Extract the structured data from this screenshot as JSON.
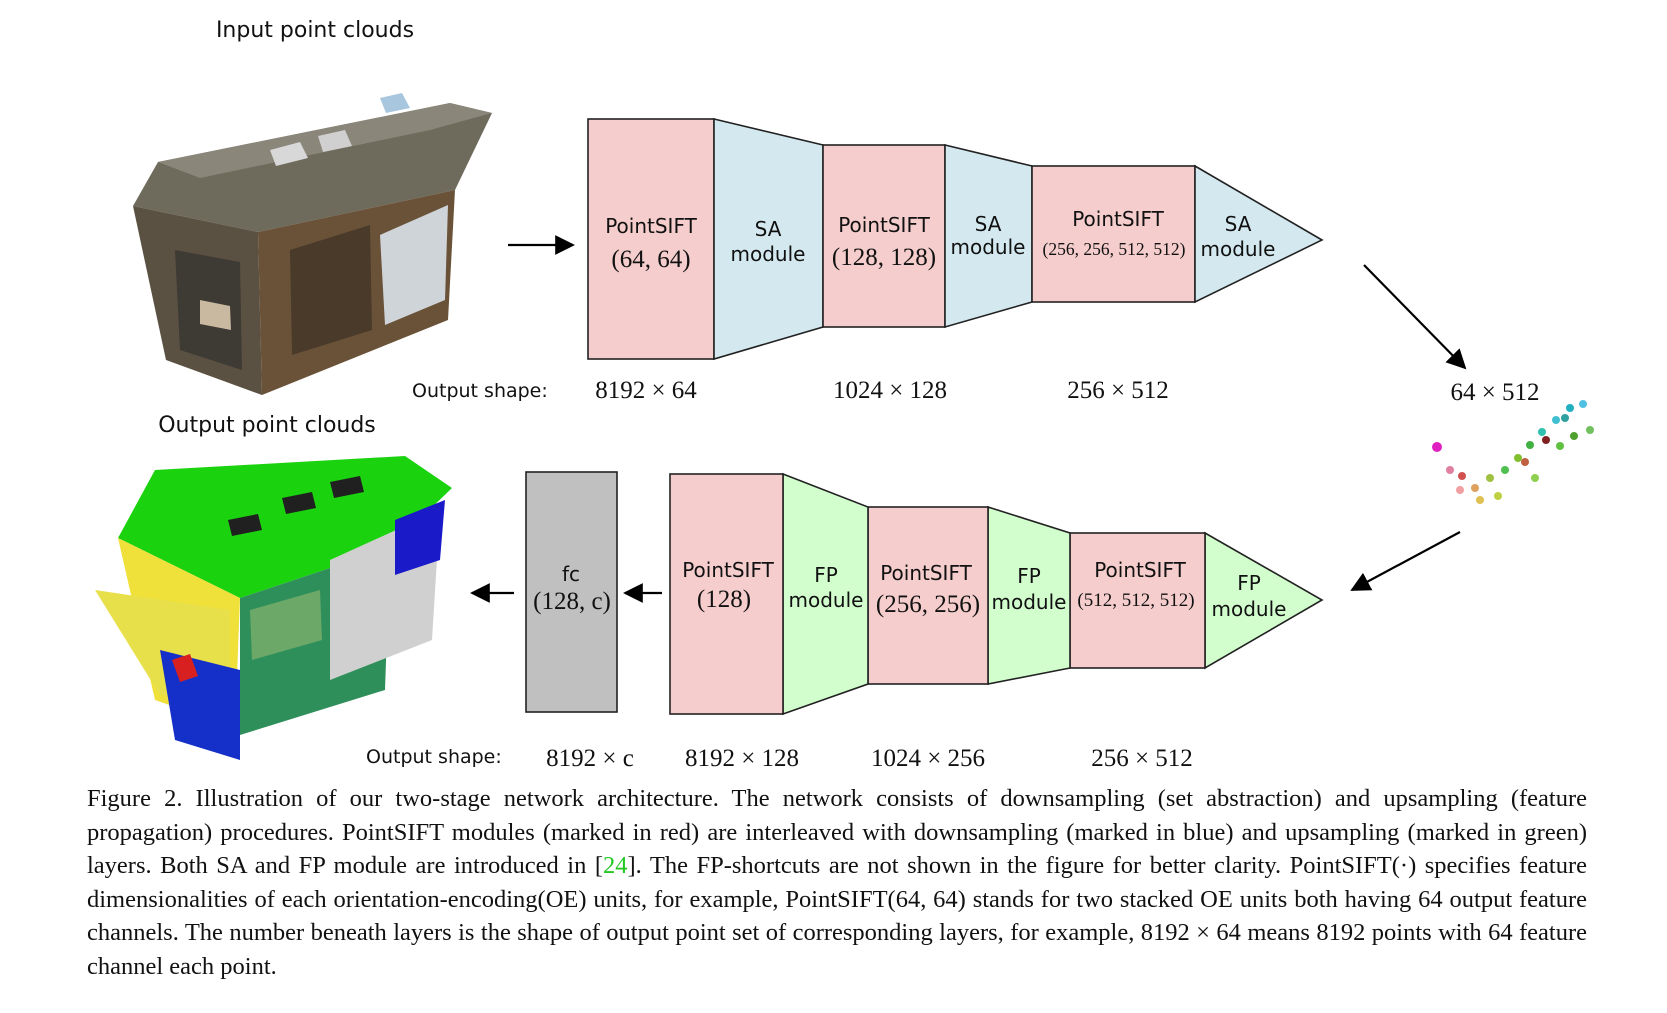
{
  "top_title": "Input point clouds",
  "bottom_title": "Output point clouds",
  "output_shape_label": "Output shape:",
  "encoder": {
    "ps1": {
      "name": "PointSIFT",
      "dims": "(64, 64)"
    },
    "sa1": {
      "line1": "SA",
      "line2": "module"
    },
    "ps2": {
      "name": "PointSIFT",
      "dims": "(128, 128)"
    },
    "sa2": {
      "line1": "SA",
      "line2": "module"
    },
    "ps3": {
      "name": "PointSIFT",
      "dims": "(256, 256, 512, 512)"
    },
    "sa3": {
      "line1": "SA",
      "line2": "module"
    },
    "shapes": [
      "8192 × 64",
      "1024 × 128",
      "256 × 512"
    ],
    "bottleneck": "64 × 512"
  },
  "decoder": {
    "fc": {
      "name": "fc",
      "dims": "(128, c)"
    },
    "ps1": {
      "name": "PointSIFT",
      "dims": "(128)"
    },
    "fp1": {
      "line1": "FP",
      "line2": "module"
    },
    "ps2": {
      "name": "PointSIFT",
      "dims": "(256, 256)"
    },
    "fp2": {
      "line1": "FP",
      "line2": "module"
    },
    "ps3": {
      "name": "PointSIFT",
      "dims": "(512, 512, 512)"
    },
    "fp3": {
      "line1": "FP",
      "line2": "module"
    },
    "shapes": [
      "8192 × c",
      "8192 × 128",
      "1024 × 256",
      "256 × 512"
    ]
  },
  "colors": {
    "pointsift": "#f4cdcc",
    "sa": "#d3e8ef",
    "fp": "#d2fdcd",
    "fc": "#c0c0c0",
    "citation": "#22c822"
  },
  "caption": {
    "p1": "Figure 2. Illustration of our two-stage network architecture.  The network consists of downsampling (set abstraction) and upsampling (feature propagation) procedures. PointSIFT modules (marked in red) are interleaved with downsampling (marked in blue) and upsampling (marked in green) layers.  Both SA and FP module are introduced in [",
    "cite": "24",
    "p2": "].  The FP-shortcuts are not shown in the figure for better clarity. ",
    "p3": "PointSIFT(·) specifies feature dimensionalities of each orientation-encoding(OE) units, for example, PointSIFT(64, 64) stands for two stacked OE units both having 64 output feature channels.  The number beneath layers is the shape of output point set of corresponding layers, for example, 8192 × 64 means 8192 points with 64 feature channel each point."
  }
}
